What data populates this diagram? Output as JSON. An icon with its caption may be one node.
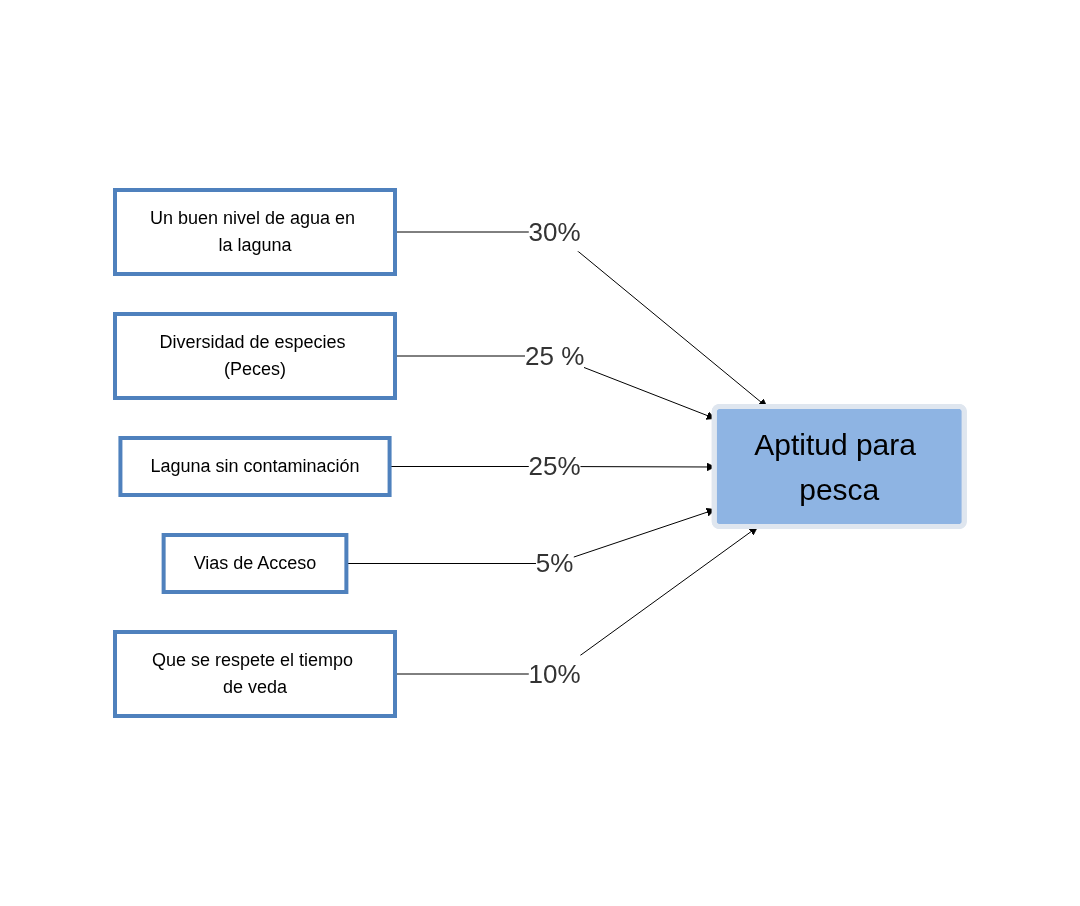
{
  "diagram": {
    "nodes": [
      {
        "text": [
          "Un buen nivel de agua en la laguna"
        ]
      },
      {
        "text": [
          "Diversidad de especies (Peces)"
        ]
      },
      {
        "text": [
          "Laguna sin contaminación"
        ]
      },
      {
        "text": [
          "Vias de Acceso"
        ]
      },
      {
        "text": [
          "Que se respete el tiempo de veda"
        ]
      },
      {
        "text": [
          "Aptitud para pesca"
        ]
      }
    ],
    "edges": [
      {
        "from": 0,
        "to": 5,
        "arrow": "to",
        "label": "30%"
      },
      {
        "from": 1,
        "to": 5,
        "arrow": "to",
        "label": "25 %"
      },
      {
        "from": 2,
        "to": 5,
        "arrow": "to",
        "label": "25%"
      },
      {
        "from": 3,
        "to": 5,
        "arrow": "to",
        "label": "5%"
      },
      {
        "from": 4,
        "to": 5,
        "arrow": "to",
        "label": "10%"
      }
    ]
  }
}
